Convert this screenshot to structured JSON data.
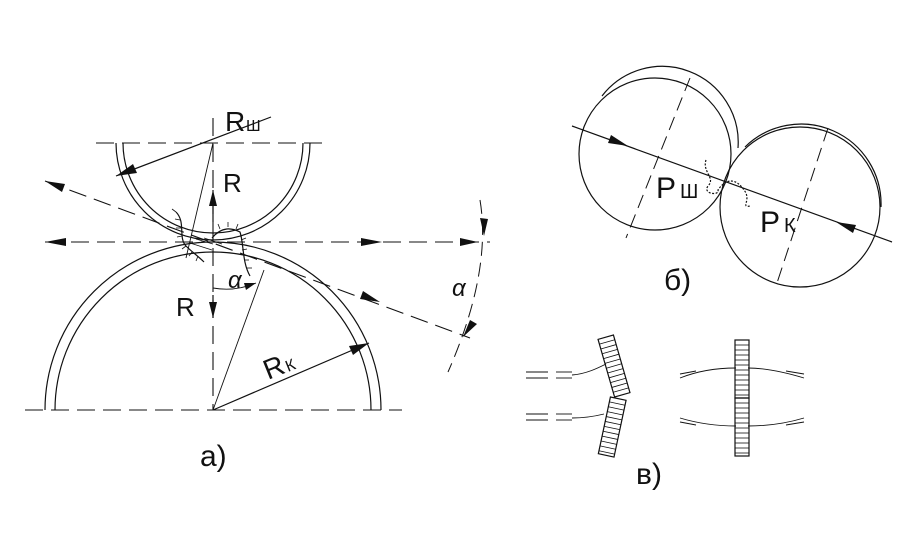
{
  "figure_a": {
    "caption": "а)",
    "label_r_sh": "R",
    "label_r_sh_sub": "Ш",
    "label_r_top": "R",
    "label_r_bottom": "R",
    "label_alpha": "α",
    "label_alpha_right": "α",
    "label_r_k": "R",
    "label_r_k_sub": "К"
  },
  "figure_b": {
    "caption": "б)",
    "label_p_sh": "Р",
    "label_p_sh_sub": "Ш",
    "label_p_k": "Р",
    "label_p_k_sub": "К"
  },
  "figure_c": {
    "caption": "в)"
  },
  "colors": {
    "ink": "#111111",
    "background": "#ffffff"
  }
}
